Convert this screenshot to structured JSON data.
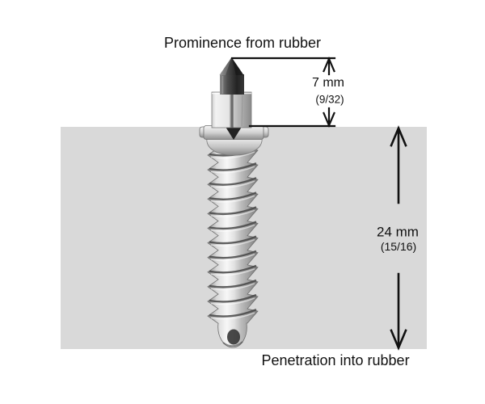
{
  "figure": {
    "top_label": "Prominence from rubber",
    "bottom_label": "Penetration into rubber",
    "prominence": {
      "value": "7 mm",
      "fraction": "(9/32)"
    },
    "penetration": {
      "value": "24 mm",
      "fraction": "(15/16)"
    }
  },
  "icons": [
    "dimension-arrow-up-icon",
    "dimension-arrow-down-icon"
  ],
  "colors": {
    "background": "#ffffff",
    "rubber_block": "#d9d9d9",
    "line_and_text": "#111111",
    "carbide_tip_dark": "#1c1c1c",
    "steel_highlight": "#f7f7f7",
    "steel_shadow": "#787878"
  }
}
